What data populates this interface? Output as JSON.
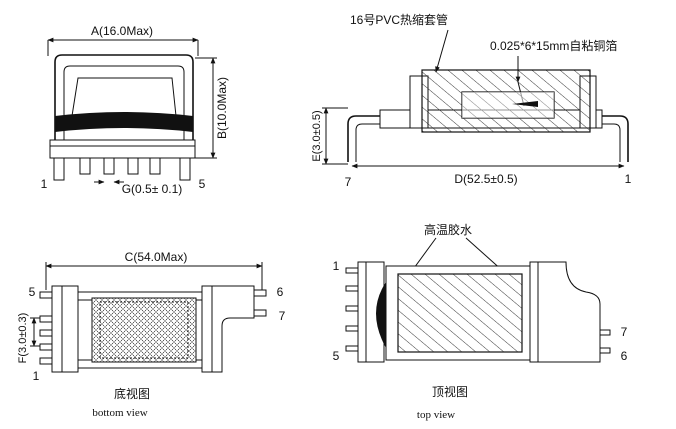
{
  "dims": {
    "a": "A(16.0Max)",
    "b": "B(10.0Max)",
    "c": "C(54.0Max)",
    "d": "D(52.5±0.5)",
    "e": "E(3.0±0.5)",
    "f": "F(3.0±0.3)",
    "g": "G(0.5± 0.1)"
  },
  "callouts": {
    "pvc": "16号PVC热缩套管",
    "foil": "0.025*6*15mm自粘铜箔",
    "glue": "高温胶水"
  },
  "pins": {
    "front_left": "1",
    "front_right": "5",
    "side_left": "7",
    "side_right": "1",
    "bottom_tl": "5",
    "bottom_bl": "1",
    "bottom_tr": "6",
    "bottom_mr": "7",
    "top_tl": "1",
    "top_bl": "5",
    "top_mr": "7",
    "top_br": "6"
  },
  "views": {
    "bottom_cn": "底视图",
    "bottom_en": "bottom view",
    "top_cn": "顶视图",
    "top_en": "top view"
  }
}
